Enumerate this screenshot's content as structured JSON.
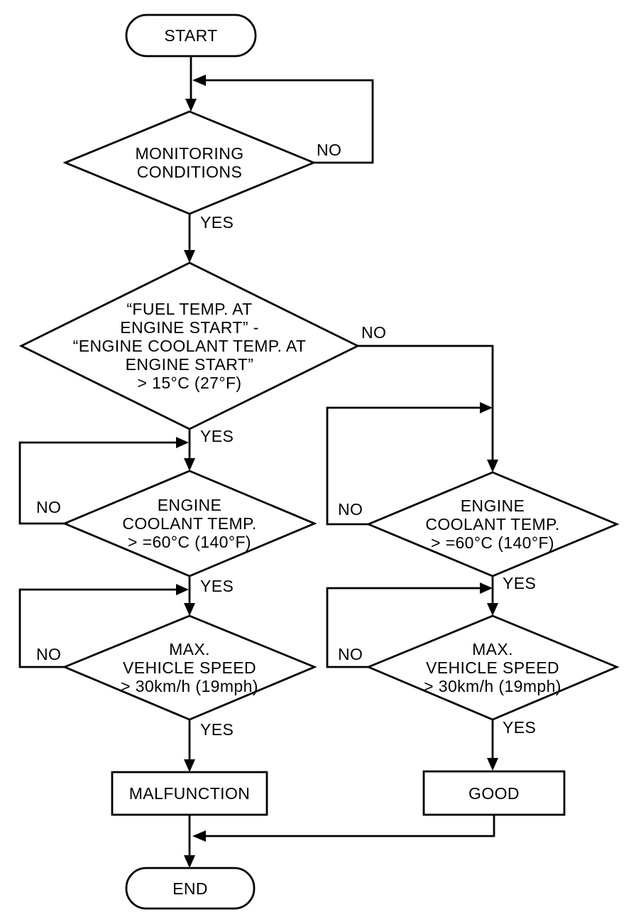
{
  "colors": {
    "background": "#ffffff",
    "line": "#000000",
    "text": "#000000"
  },
  "nodes": {
    "start": {
      "type": "terminator",
      "label": "START"
    },
    "monitoring": {
      "type": "decision",
      "label": "MONITORING\nCONDITIONS"
    },
    "fuel_delta": {
      "type": "decision",
      "label": "“FUEL TEMP. AT\nENGINE START” -\n“ENGINE COOLANT TEMP. AT\nENGINE START”\n> 15°C (27°F)"
    },
    "coolant_left": {
      "type": "decision",
      "label": "ENGINE\nCOOLANT TEMP.\n> =60°C (140°F)"
    },
    "speed_left": {
      "type": "decision",
      "label": "MAX.\nVEHICLE SPEED\n> 30km/h (19mph)"
    },
    "malfunction": {
      "type": "process",
      "label": "MALFUNCTION"
    },
    "coolant_right": {
      "type": "decision",
      "label": "ENGINE\nCOOLANT TEMP.\n> =60°C (140°F)"
    },
    "speed_right": {
      "type": "decision",
      "label": "MAX.\nVEHICLE SPEED\n> 30km/h (19mph)"
    },
    "good": {
      "type": "process",
      "label": "GOOD"
    },
    "end": {
      "type": "terminator",
      "label": "END"
    }
  },
  "edge_labels": {
    "monitoring_no": "NO",
    "monitoring_yes": "YES",
    "fuel_delta_no": "NO",
    "fuel_delta_yes": "YES",
    "coolant_left_no": "NO",
    "coolant_left_yes": "YES",
    "speed_left_no": "NO",
    "speed_left_yes": "YES",
    "coolant_right_no": "NO",
    "coolant_right_yes": "YES",
    "speed_right_no": "NO",
    "speed_right_yes": "YES"
  }
}
